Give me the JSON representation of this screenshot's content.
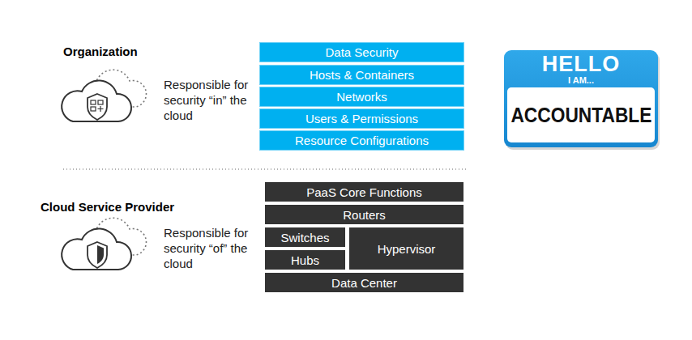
{
  "diagram": {
    "nodes": [
      {
        "text": [
          "Data Security"
        ]
      },
      {
        "text": [
          "Hosts & Containers"
        ]
      },
      {
        "text": [
          "Networks"
        ]
      },
      {
        "text": [
          "Users & Permissions"
        ]
      },
      {
        "text": [
          "Resource Configurations"
        ]
      },
      {
        "text": [
          "HELLO",
          "I AM..."
        ]
      },
      {
        "text": [
          "ACCOUNTABLE"
        ],
        "in": 5
      },
      {
        "text": [
          "PaaS Core Functions"
        ]
      },
      {
        "text": [
          "Routers"
        ]
      },
      {
        "text": [
          "Switches"
        ]
      },
      {
        "text": [
          "Hubs"
        ]
      },
      {
        "text": [
          "Hypervisor"
        ]
      },
      {
        "text": [
          "Data Center"
        ]
      }
    ],
    "labels": [
      "Organization",
      "Responsible for security “in” the cloud",
      "Cloud Service Provider",
      "Responsible for security “of” the cloud"
    ]
  }
}
